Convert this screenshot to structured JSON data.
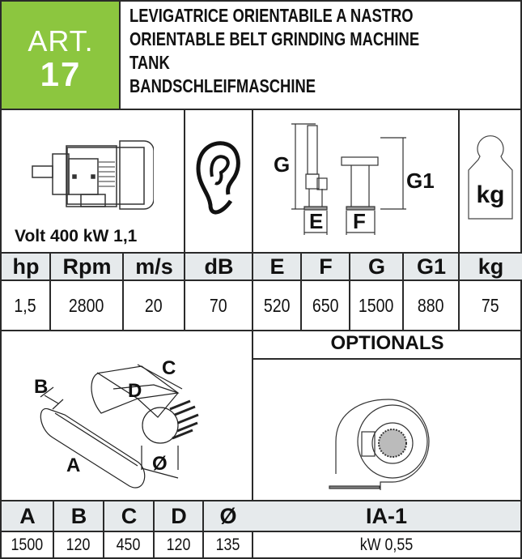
{
  "header": {
    "art_label": "ART.",
    "art_number": "17",
    "titles": [
      "LEVIGATRICE ORIENTABILE A NASTRO",
      "ORIENTABLE BELT GRINDING MACHINE",
      "TANK",
      "BANDSCHLEIFMASCHINE"
    ],
    "accent_color": "#8cc63f"
  },
  "icons": {
    "motor": "electric-motor-icon",
    "motor_caption": "Volt 400 kW 1,1",
    "noise": "ear-icon",
    "dimensions": {
      "g": "G",
      "g1": "G1",
      "e": "E",
      "f": "F"
    },
    "weight": {
      "icon": "weight-icon",
      "label": "kg"
    }
  },
  "specs": {
    "headers": [
      "hp",
      "Rpm",
      "m/s",
      "dB",
      "E",
      "F",
      "G",
      "G1",
      "kg"
    ],
    "values": [
      "1,5",
      "2800",
      "20",
      "70",
      "520",
      "650",
      "1500",
      "880",
      "75"
    ]
  },
  "belt": {
    "diagram_labels": {
      "a": "A",
      "b": "B",
      "c": "C",
      "d": "D",
      "dia": "Ø"
    },
    "headers": [
      "A",
      "B",
      "C",
      "D",
      "Ø"
    ],
    "values": [
      "1500",
      "120",
      "450",
      "120",
      "135"
    ]
  },
  "optionals": {
    "title": "OPTIONALS",
    "item_icon": "blower-fan-icon",
    "item_code": "IA-1",
    "item_value": "kW 0,55"
  }
}
